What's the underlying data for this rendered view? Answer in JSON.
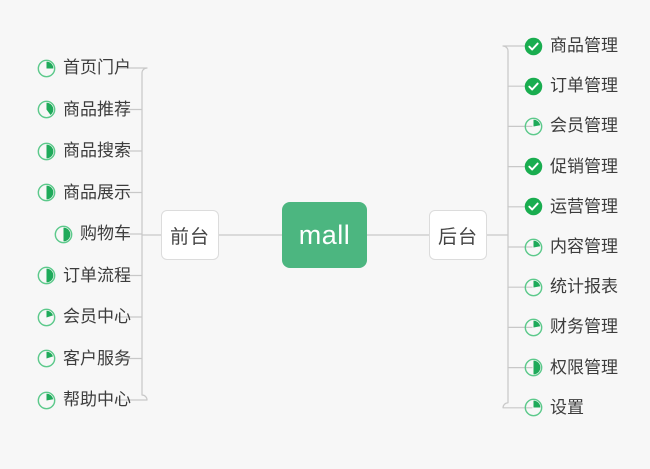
{
  "diagram": {
    "type": "mindmap",
    "background_color": "#f7f7f7",
    "accent_color": "#4cb680",
    "done_color": "#19ad4f",
    "ring_color": "#5cc98b",
    "line_color": "#c8c8c8",
    "text_color": "#3c3c3c",
    "root": {
      "label": "mall"
    },
    "branches": [
      {
        "side": "left",
        "label": "前台",
        "items": [
          {
            "label": "首页门户",
            "icon": "pie-progress-icon",
            "progress": 25,
            "status": "in-progress"
          },
          {
            "label": "商品推荐",
            "icon": "pie-progress-icon",
            "progress": 40,
            "status": "in-progress"
          },
          {
            "label": "商品搜索",
            "icon": "pie-progress-icon",
            "progress": 50,
            "status": "in-progress"
          },
          {
            "label": "商品展示",
            "icon": "pie-progress-icon",
            "progress": 50,
            "status": "in-progress"
          },
          {
            "label": "购物车",
            "icon": "pie-progress-icon",
            "progress": 50,
            "status": "in-progress"
          },
          {
            "label": "订单流程",
            "icon": "pie-progress-icon",
            "progress": 50,
            "status": "in-progress"
          },
          {
            "label": "会员中心",
            "icon": "pie-progress-icon",
            "progress": 20,
            "status": "in-progress"
          },
          {
            "label": "客户服务",
            "icon": "pie-progress-icon",
            "progress": 20,
            "status": "in-progress"
          },
          {
            "label": "帮助中心",
            "icon": "pie-progress-icon",
            "progress": 22,
            "status": "in-progress"
          }
        ]
      },
      {
        "side": "right",
        "label": "后台",
        "items": [
          {
            "label": "商品管理",
            "icon": "check-circle-icon",
            "progress": 100,
            "status": "done"
          },
          {
            "label": "订单管理",
            "icon": "check-circle-icon",
            "progress": 100,
            "status": "done"
          },
          {
            "label": "会员管理",
            "icon": "pie-progress-icon",
            "progress": 22,
            "status": "in-progress"
          },
          {
            "label": "促销管理",
            "icon": "check-circle-icon",
            "progress": 100,
            "status": "done"
          },
          {
            "label": "运营管理",
            "icon": "check-circle-icon",
            "progress": 100,
            "status": "done"
          },
          {
            "label": "内容管理",
            "icon": "pie-progress-icon",
            "progress": 22,
            "status": "in-progress"
          },
          {
            "label": "统计报表",
            "icon": "pie-progress-icon",
            "progress": 22,
            "status": "in-progress"
          },
          {
            "label": "财务管理",
            "icon": "pie-progress-icon",
            "progress": 22,
            "status": "in-progress"
          },
          {
            "label": "权限管理",
            "icon": "pie-progress-icon",
            "progress": 50,
            "status": "in-progress"
          },
          {
            "label": "设置",
            "icon": "pie-progress-icon",
            "progress": 25,
            "status": "in-progress"
          }
        ]
      }
    ]
  }
}
